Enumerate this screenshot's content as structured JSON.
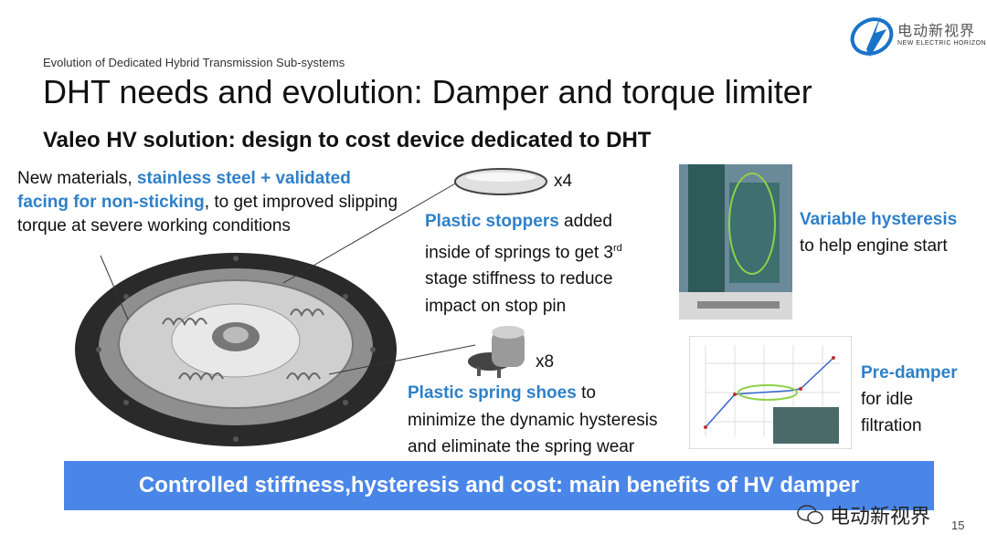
{
  "header": {
    "supertitle": "Evolution of Dedicated Hybrid Transmission Sub-systems",
    "title": "DHT needs and evolution: Damper and torque limiter",
    "subtitle": "Valeo HV solution: design to cost device dedicated to DHT"
  },
  "logo": {
    "name_cn": "电动新视界",
    "name_en": "NEW ELECTRIC HORIZON"
  },
  "callouts": {
    "materials": {
      "pre": "New materials, ",
      "highlight": "stainless steel + validated facing for non-sticking",
      "post": ", to get improved slipping torque at severe working  conditions"
    },
    "stoppers": {
      "highlight": "Plastic stoppers",
      "line1_post": " added",
      "line2_pre": "inside of springs to get 3",
      "line2_sup": "rd",
      "line3": "stage stiffness to reduce",
      "line4": "impact on stop pin",
      "count": "x4"
    },
    "shoes": {
      "highlight": "Plastic spring shoes",
      "line1_post": " to",
      "line2": "minimize the dynamic hysteresis",
      "line3": "and eliminate the spring wear",
      "count": "x8"
    },
    "hysteresis": {
      "highlight": "Variable hysteresis",
      "text": "to help engine start"
    },
    "predamper": {
      "highlight": "Pre-damper",
      "line2": "for idle",
      "line3": "filtration"
    }
  },
  "banner": {
    "text": "Controlled stiffness,hysteresis and cost: main benefits of HV damper"
  },
  "watermark": {
    "text": "电动新视界"
  },
  "page_number": "15",
  "colors": {
    "accent_blue": "#2f80c8",
    "banner_blue": "#4a86e8"
  }
}
